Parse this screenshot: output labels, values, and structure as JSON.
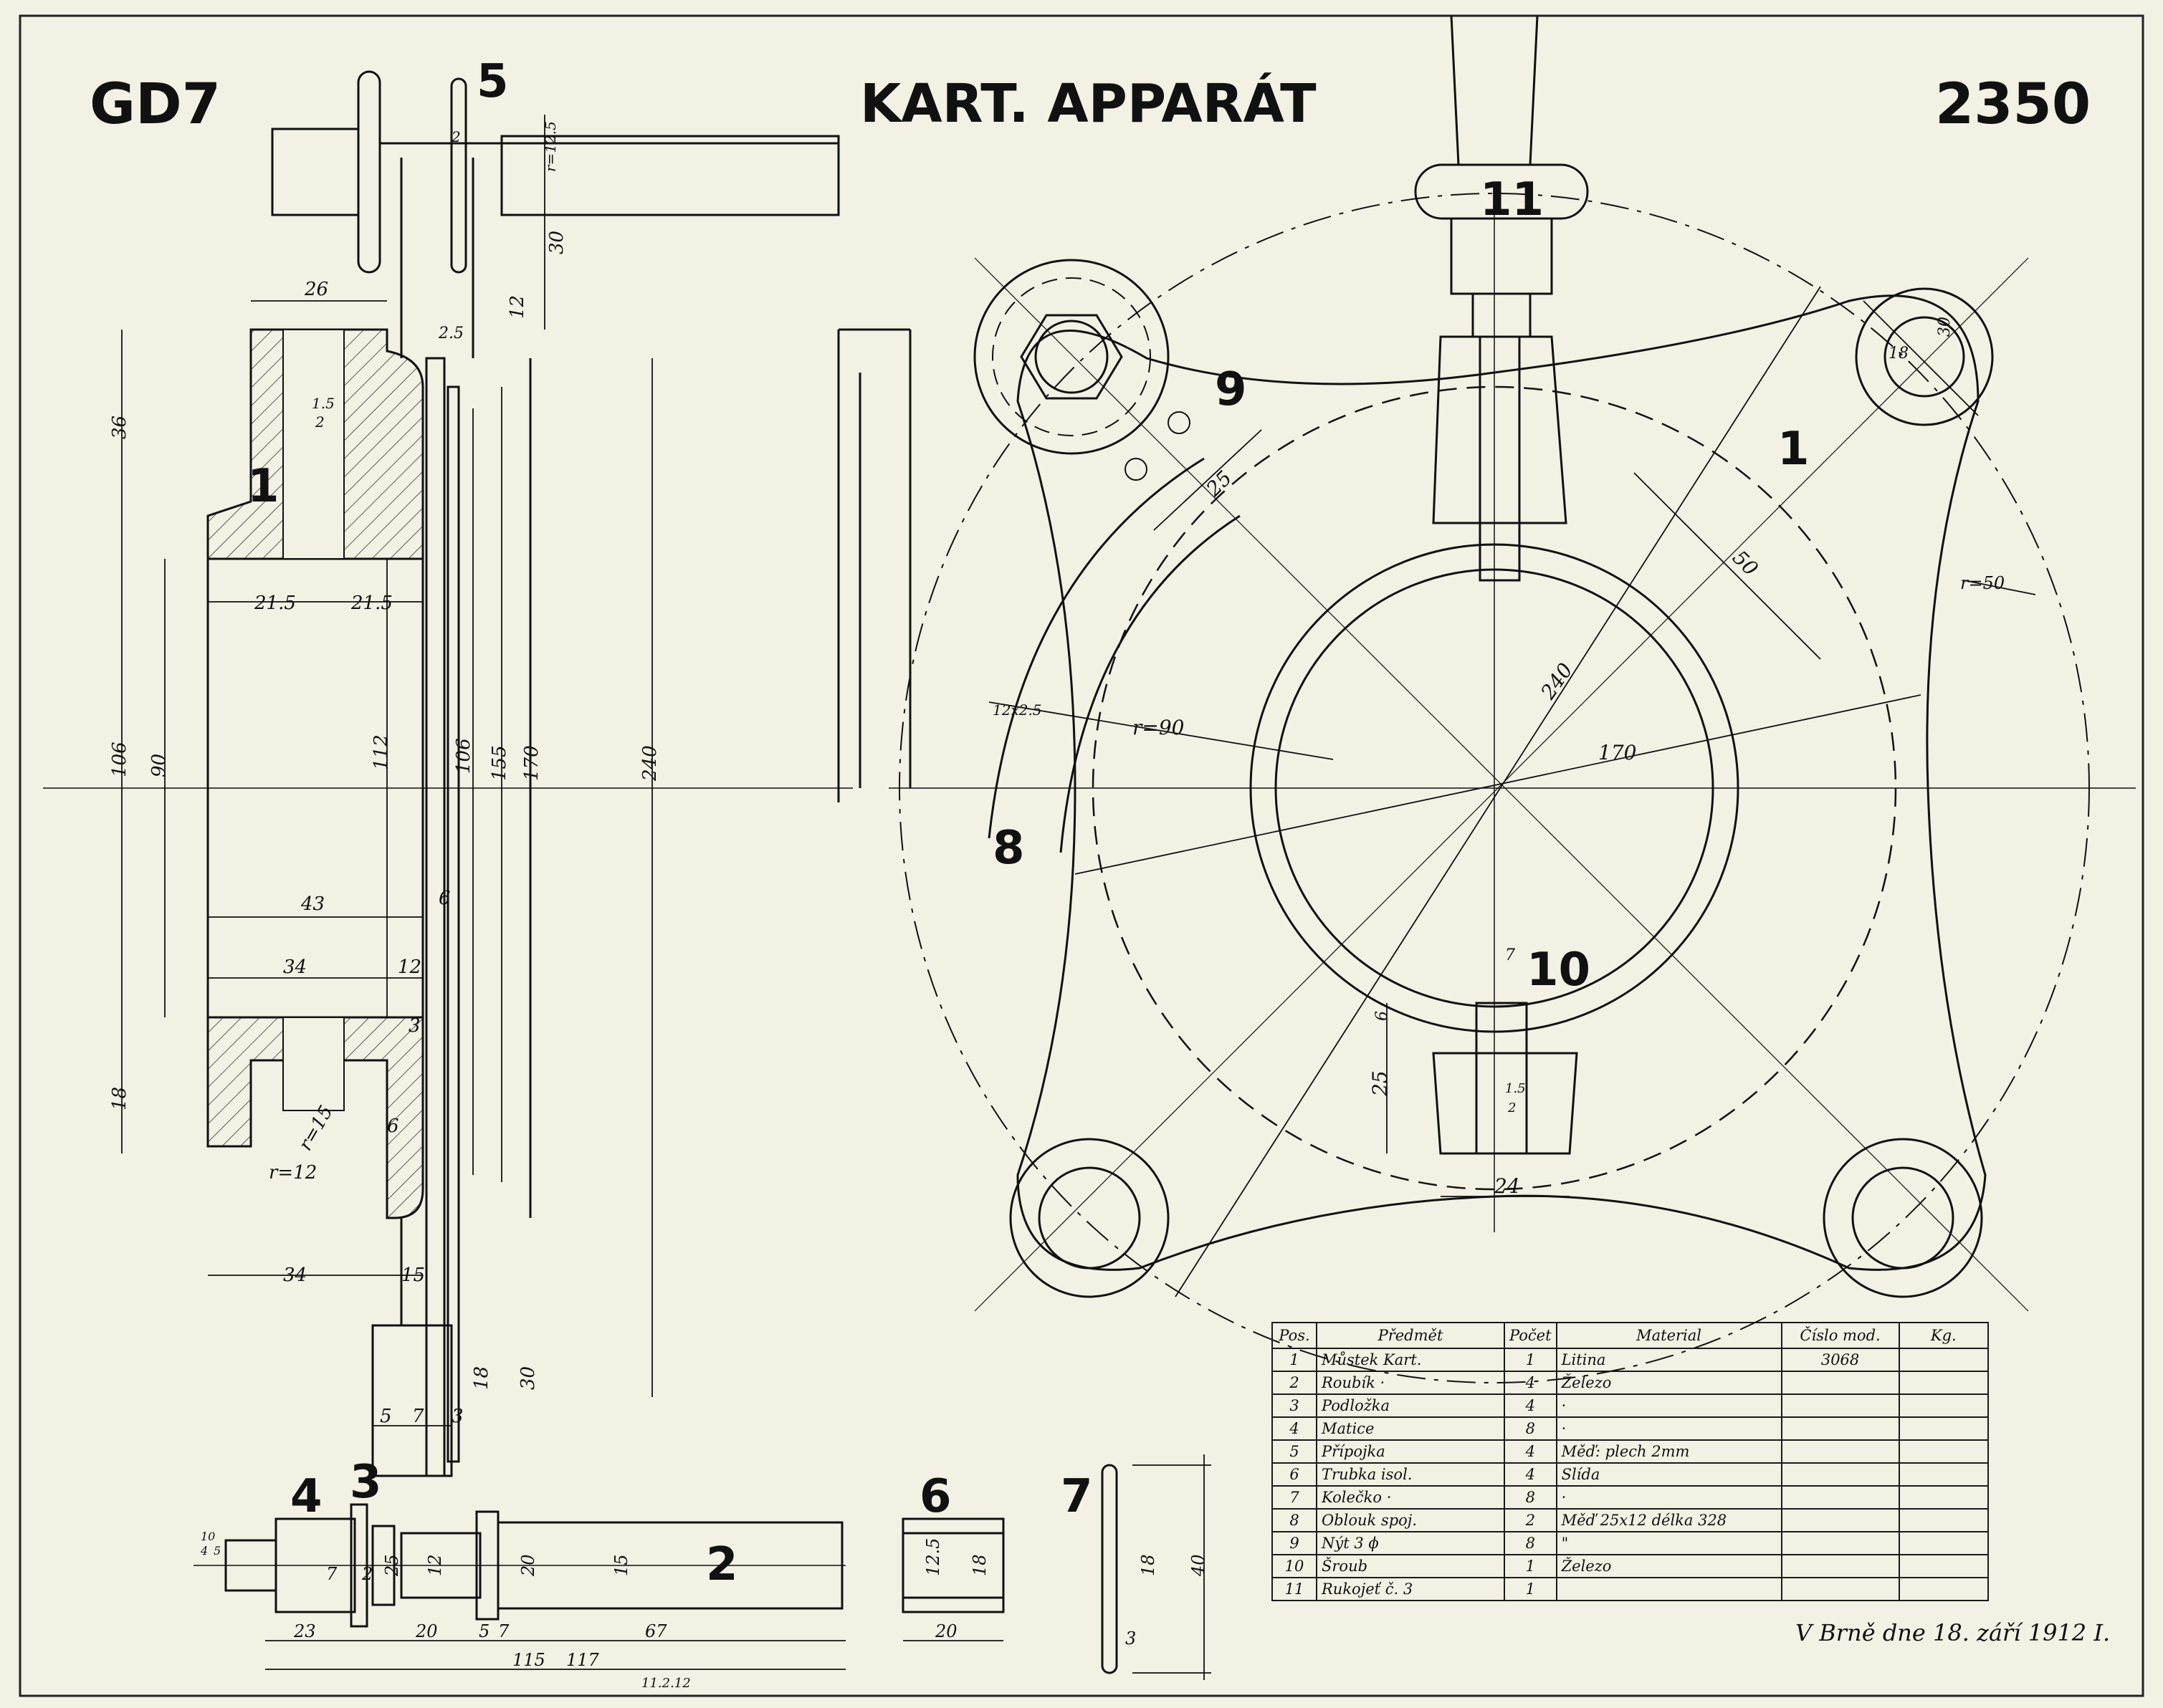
{
  "header": {
    "left_code": "GD7",
    "title": "KART. APPARÁT",
    "drawing_number": "2350"
  },
  "balloons": [
    "1",
    "1",
    "2",
    "3",
    "4",
    "5",
    "6",
    "7",
    "8",
    "9",
    "10",
    "11"
  ],
  "dimensions": {
    "left_view": [
      "26",
      "1.5",
      "2",
      "36",
      "21.5",
      "21.5",
      "106",
      "90",
      "112",
      "106",
      "155",
      "170",
      "240",
      "43",
      "6",
      "34",
      "12",
      "3",
      "18",
      "r=15",
      "6",
      "r=12",
      "34",
      "15",
      "18",
      "30",
      "5",
      "7",
      "3"
    ],
    "top_view": [
      "2",
      "r=12.5",
      "30",
      "12",
      "2.5"
    ],
    "bolt_view": [
      "10",
      "4",
      "5",
      "7",
      "2",
      "25",
      "12",
      "20",
      "15",
      "23",
      "20",
      "5",
      "7",
      "67",
      "115",
      "117"
    ],
    "small_parts": [
      "12.5",
      "18",
      "20",
      "18",
      "40",
      "3"
    ],
    "main_view": [
      "25",
      "30",
      "18",
      "50",
      "r=50",
      "240",
      "12x2.5",
      "r=90",
      "170",
      "7",
      "6",
      "25",
      "1.5",
      "2",
      "24"
    ]
  },
  "parts_table": {
    "headers": [
      "Pos.",
      "Předmět",
      "Počet",
      "Material",
      "Číslo mod.",
      "Kg."
    ],
    "rows": [
      [
        "1",
        "Můstek Kart.",
        "1",
        "Litina",
        "3068",
        ""
      ],
      [
        "2",
        "Roubík  ·",
        "4",
        "Železo",
        "",
        ""
      ],
      [
        "3",
        "Podložka",
        "4",
        "·",
        "",
        ""
      ],
      [
        "4",
        "Matice",
        "8",
        "·",
        "",
        ""
      ],
      [
        "5",
        "Přípojka",
        "4",
        "Měď: plech 2mm",
        "",
        ""
      ],
      [
        "6",
        "Trubka isol.",
        "4",
        "Slída",
        "",
        ""
      ],
      [
        "7",
        "Kolečko  ·",
        "8",
        "·",
        "",
        ""
      ],
      [
        "8",
        "Oblouk spoj.",
        "2",
        "Měď 25x12  délka 328",
        "",
        ""
      ],
      [
        "9",
        "Nýt 3 ϕ",
        "8",
        "\"",
        "",
        ""
      ],
      [
        "10",
        "Šroub",
        "1",
        "Železo",
        "",
        ""
      ],
      [
        "11",
        "Rukojeť č. 3",
        "1",
        "",
        "",
        ""
      ]
    ]
  },
  "footer": {
    "signature": "V Brně dne 18. září 1912 I.",
    "stamp_note": "11.2.12"
  },
  "colors": {
    "paper": "#f3f0e4",
    "ink": "#111111"
  }
}
